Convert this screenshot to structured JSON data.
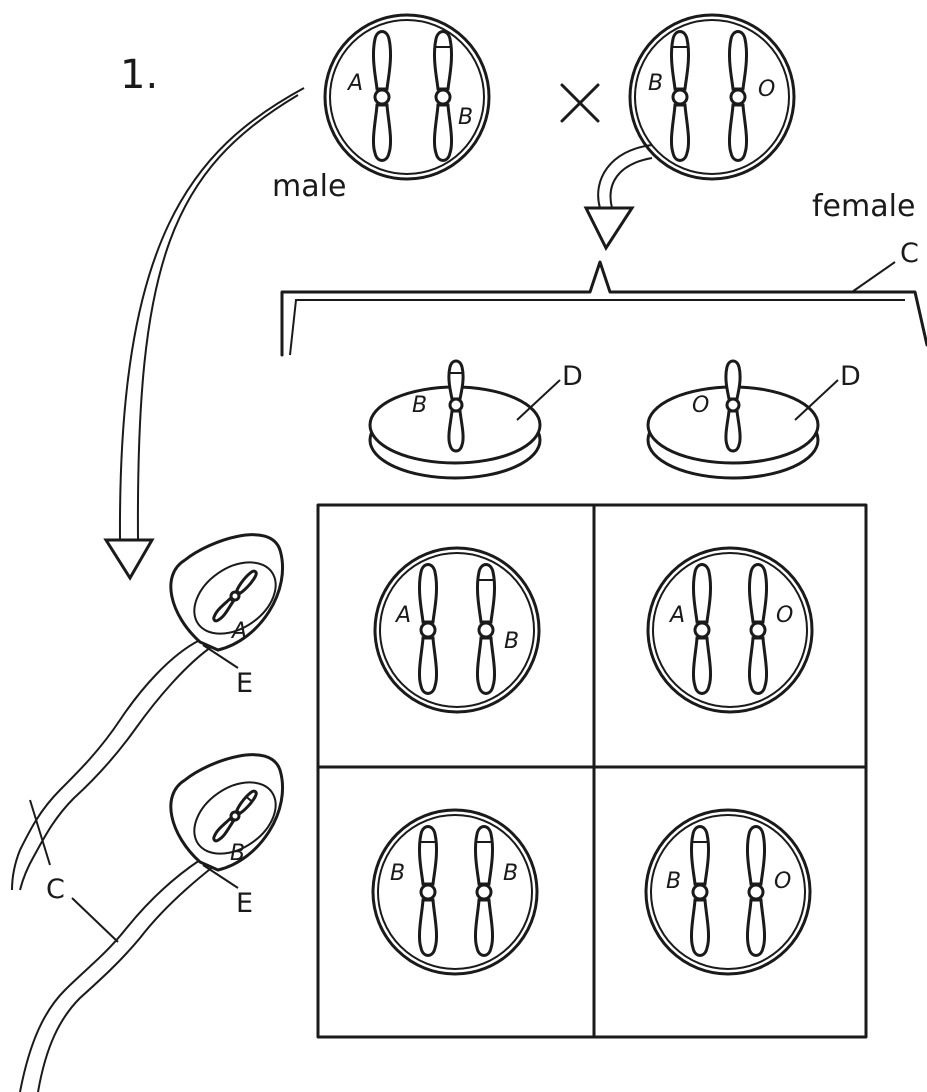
{
  "step_number": "1.",
  "parents": {
    "male": {
      "label": "male",
      "alleles": [
        "A",
        "B"
      ]
    },
    "female": {
      "label": "female",
      "alleles": [
        "B",
        "O"
      ]
    },
    "cross_symbol": "×"
  },
  "labels": {
    "C": "C",
    "D": "D",
    "E": "E"
  },
  "eggs": [
    {
      "allele": "B"
    },
    {
      "allele": "O"
    }
  ],
  "sperm": [
    {
      "allele": "A"
    },
    {
      "allele": "B"
    }
  ],
  "punnett": [
    {
      "left": "A",
      "right": "B"
    },
    {
      "left": "A",
      "right": "O"
    },
    {
      "left": "B",
      "right": "B"
    },
    {
      "left": "B",
      "right": "O"
    }
  ]
}
